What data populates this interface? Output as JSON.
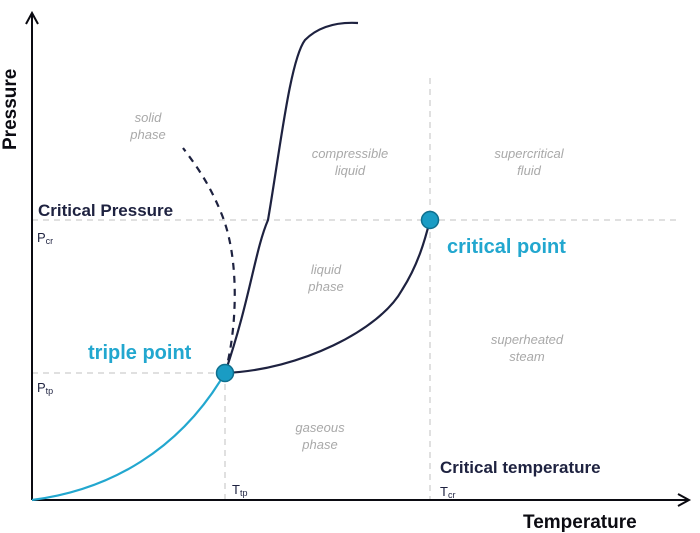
{
  "axes": {
    "x_title": "Temperature",
    "y_title": "Pressure"
  },
  "labels": {
    "critical_pressure": "Critical Pressure",
    "critical_temperature": "Critical temperature",
    "triple_point": "triple point",
    "critical_point": "critical point"
  },
  "ticks": {
    "p_cr": {
      "main": "P",
      "sub": "cr"
    },
    "p_tp": {
      "main": "P",
      "sub": "tp"
    },
    "t_tp": {
      "main": "T",
      "sub": "tp"
    },
    "t_cr": {
      "main": "T",
      "sub": "cr"
    }
  },
  "regions": {
    "solid": [
      "solid",
      "phase"
    ],
    "compressible_liquid": [
      "compressible",
      "liquid"
    ],
    "supercritical_fluid": [
      "supercritical",
      "fluid"
    ],
    "liquid": [
      "liquid",
      "phase"
    ],
    "superheated_steam": [
      "superheated",
      "steam"
    ],
    "gaseous": [
      "gaseous",
      "phase"
    ]
  },
  "colors": {
    "curve_dark": "#1e2240",
    "curve_blue": "#22a7cf",
    "point_fill": "#1a9cc4",
    "guide": "#d5d5d5",
    "region_text": "#a9a9a9"
  }
}
